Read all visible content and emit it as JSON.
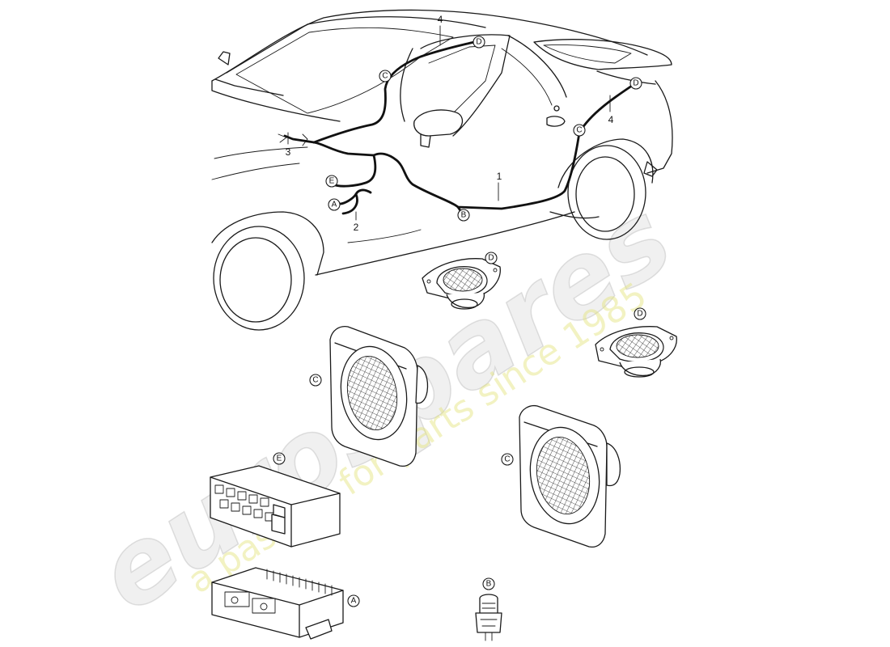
{
  "diagram": {
    "part_numbers": {
      "p1": "1",
      "p2": "2",
      "p3": "3",
      "p4_roof": "4",
      "p4_rear": "4"
    },
    "connector_labels": {
      "A": "A",
      "B": "B",
      "C": "C",
      "D": "D",
      "E": "E"
    }
  },
  "watermark": {
    "brand": "eurospares",
    "tagline": "a passion for parts since 1985"
  }
}
